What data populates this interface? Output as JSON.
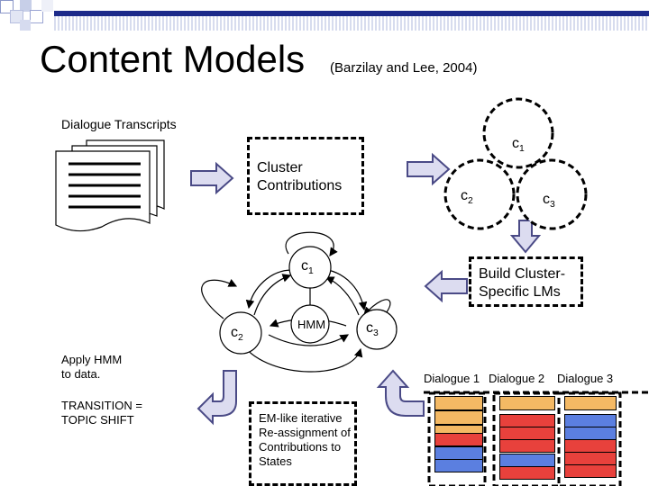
{
  "slide": {
    "title": "Content Models",
    "citation": "(Barzilay and Lee, 2004)"
  },
  "transcripts": {
    "label": "Dialogue Transcripts"
  },
  "cluster_box": {
    "line1": "Cluster",
    "line2": "Contributions"
  },
  "clusters_top": [
    {
      "base": "c",
      "sub": "1"
    },
    {
      "base": "c",
      "sub": "2"
    },
    {
      "base": "c",
      "sub": "3"
    }
  ],
  "lm_box": {
    "line1": "Build Cluster-",
    "line2": "Specific LMs"
  },
  "hmm": {
    "label": "HMM",
    "states": [
      {
        "base": "c",
        "sub": "1"
      },
      {
        "base": "c",
        "sub": "2"
      },
      {
        "base": "c",
        "sub": "3"
      }
    ]
  },
  "apply_text": {
    "line1": "Apply HMM",
    "line2": "to data."
  },
  "transition_text": {
    "line1": "TRANSITION =",
    "line2": "TOPIC SHIFT"
  },
  "em_box": {
    "line1": "EM-like iterative",
    "line2": "Re-assignment of",
    "line3": "Contributions to",
    "line4": "States"
  },
  "dialogues": {
    "labels": [
      "Dialogue 1",
      "Dialogue 2",
      "Dialogue 3"
    ]
  },
  "colors": {
    "accent_border": "#000000",
    "arrow_fill": "#dcdcf0",
    "arrow_stroke": "#4a4a86",
    "bar_orange": "#f4b964",
    "bar_red": "#e8413c",
    "bar_blue": "#5b7fe0",
    "deco_blue": "#1c2a8a"
  }
}
